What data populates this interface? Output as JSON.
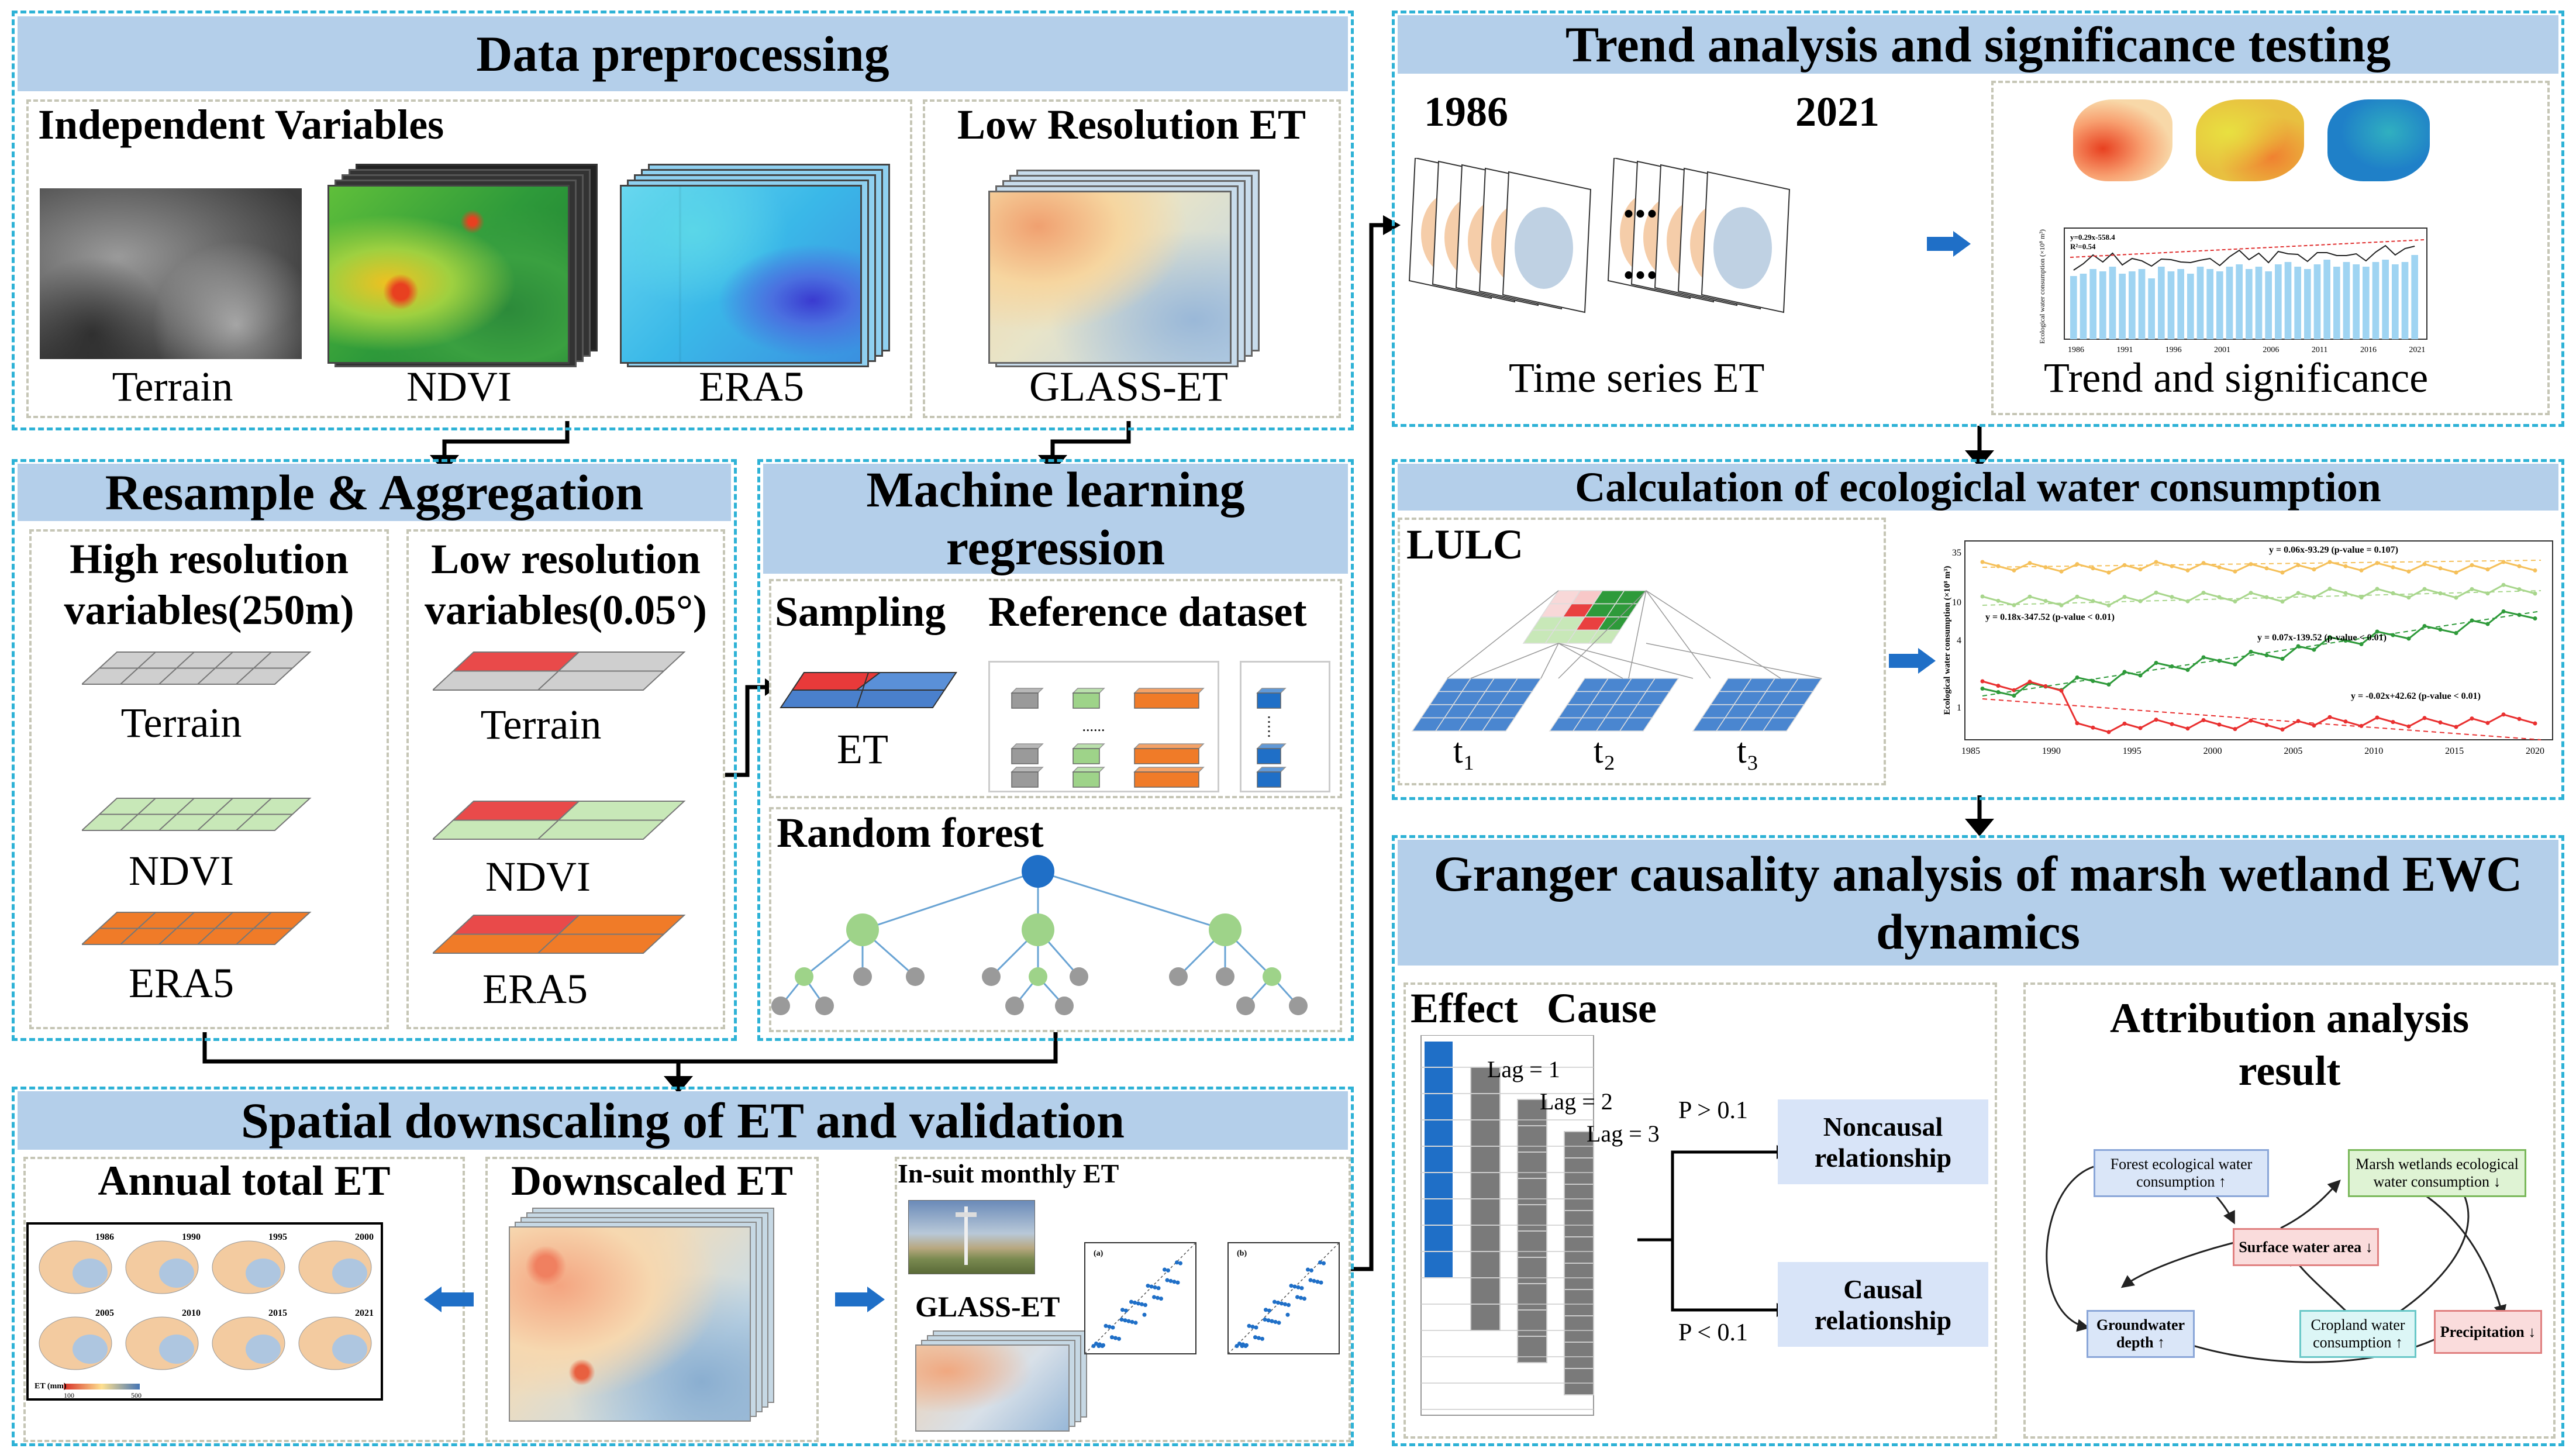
{
  "colors": {
    "dash": "#2eb2d6",
    "header": "#b4cfea",
    "blue": "#1f6fc7",
    "orange": "#f07b28",
    "green": "#a8d68c",
    "red": "#e94040"
  },
  "preprocessing": {
    "title": "Data preprocessing",
    "independent_title": "Independent Variables",
    "terrain": "Terrain",
    "ndvi": "NDVI",
    "era5": "ERA5",
    "lowres_title": "Low Resolution ET",
    "glass": "GLASS-ET"
  },
  "resample": {
    "title": "Resample & Aggregation",
    "high_title_1": "High resolution",
    "high_title_2": "variables(250m)",
    "low_title_1": "Low resolution",
    "low_title_2": "variables(0.05°)",
    "terrain": "Terrain",
    "ndvi": "NDVI",
    "era5": "ERA5"
  },
  "ml": {
    "title_1": "Machine learning",
    "title_2": "regression",
    "sampling": "Sampling",
    "reference": "Reference dataset",
    "et": "ET",
    "random_forest": "Random forest",
    "dots": "......"
  },
  "downscaling": {
    "title": "Spatial downscaling of ET and validation",
    "annual": "Annual total ET",
    "downscaled": "Downscaled ET",
    "insitu": "In-suit monthly ET",
    "glass": "GLASS-ET",
    "years": [
      "1986",
      "1990",
      "1995",
      "2000",
      "2005",
      "2010",
      "2015",
      "2021"
    ],
    "legend_title": "ET (mm)",
    "legend_min": "100",
    "legend_max": "500",
    "scatter_a": "(a)",
    "scatter_b": "(b)"
  },
  "trend": {
    "title": "Trend analysis and significance testing",
    "year_start": "1986",
    "year_end": "2021",
    "ellipsis": "...",
    "time_series": "Time series ET",
    "trend_sig": "Trend and significance",
    "bar_years": [
      "1986",
      "1991",
      "1996",
      "2001",
      "2006",
      "2011",
      "2016",
      "2021"
    ],
    "bar_values": [
      27,
      28,
      30,
      29,
      31,
      28,
      29,
      30,
      26,
      31,
      29,
      30,
      28,
      31,
      30,
      29,
      31,
      32,
      30,
      31,
      29,
      32,
      33,
      31,
      30,
      32,
      34,
      31,
      33,
      32,
      31,
      33,
      34,
      32,
      33,
      36
    ],
    "bar_ylabel": "Ecological water consumption (×10⁸ m³)",
    "bar_eq": "y=0.29x-558.4",
    "bar_r2": "R²=0.54"
  },
  "ewc": {
    "title": "Calculation of ecologiclal water consumption",
    "lulc": "LULC",
    "t1": "t₁",
    "t2": "t₂",
    "t3": "t₃",
    "chart_ylabel": "Ecological water consumption (×10⁸ m³)",
    "eq1": "y = 0.06x-93.29 (p-value = 0.107)",
    "eq2": "y = 0.18x-347.52 (p-value < 0.01)",
    "eq3": "y = 0.07x-139.52 (p-value < 0.01)",
    "eq4": "y = -0.02x+42.62 (p-value < 0.01)",
    "x_ticks": [
      "1985",
      "1990",
      "1995",
      "2000",
      "2005",
      "2010",
      "2015",
      "2020"
    ],
    "y_ticks": [
      "35",
      "10",
      "4",
      "1"
    ]
  },
  "granger": {
    "title_1": "Granger causality analysis of marsh wetland EWC",
    "title_2": "dynamics",
    "effect": "Effect",
    "cause": "Cause",
    "lag1": "Lag = 1",
    "lag2": "Lag = 2",
    "lag3": "Lag = 3",
    "p_high": "P > 0.1",
    "p_low": "P < 0.1",
    "noncausal_1": "Noncausal",
    "noncausal_2": "relationship",
    "causal_1": "Causal",
    "causal_2": "relationship"
  },
  "attribution": {
    "title_1": "Attribution analysis",
    "title_2": "result",
    "forest": "Forest ecological water consumption ↑",
    "marsh": "Marsh wetlands ecological water consumption ↓",
    "surface": "Surface water area ↓",
    "groundwater": "Groundwater depth ↑",
    "cropland": "Cropland water consumption ↑",
    "precip": "Precipitation ↓"
  }
}
